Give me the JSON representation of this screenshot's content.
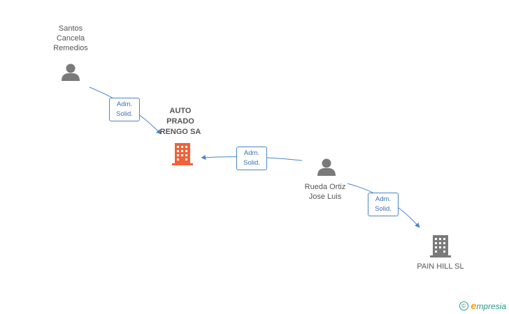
{
  "nodes": {
    "santos": {
      "label": "Santos\nCancela\nRemedios",
      "kind": "person"
    },
    "auto_prado": {
      "label": "AUTO\nPRADO\nRENGO SA",
      "kind": "company-main"
    },
    "rueda": {
      "label": "Rueda Ortiz\nJose Luis",
      "kind": "person"
    },
    "pain_hill": {
      "label": "PAIN HILL SL",
      "kind": "company"
    }
  },
  "edges": [
    {
      "from": "santos",
      "to": "auto_prado",
      "line1": "Adm.",
      "line2": "Solid."
    },
    {
      "from": "rueda",
      "to": "auto_prado",
      "line1": "Adm.",
      "line2": "Solid."
    },
    {
      "from": "rueda",
      "to": "pain_hill",
      "line1": "Adm.",
      "line2": "Solid."
    }
  ],
  "colors": {
    "edge": "#4a86c8",
    "person_icon": "#7a7a7a",
    "company_main": "#f0623a",
    "company": "#7a7a7a"
  },
  "brand": {
    "copyright_symbol": "©",
    "e": "e",
    "rest": "mpresia"
  }
}
